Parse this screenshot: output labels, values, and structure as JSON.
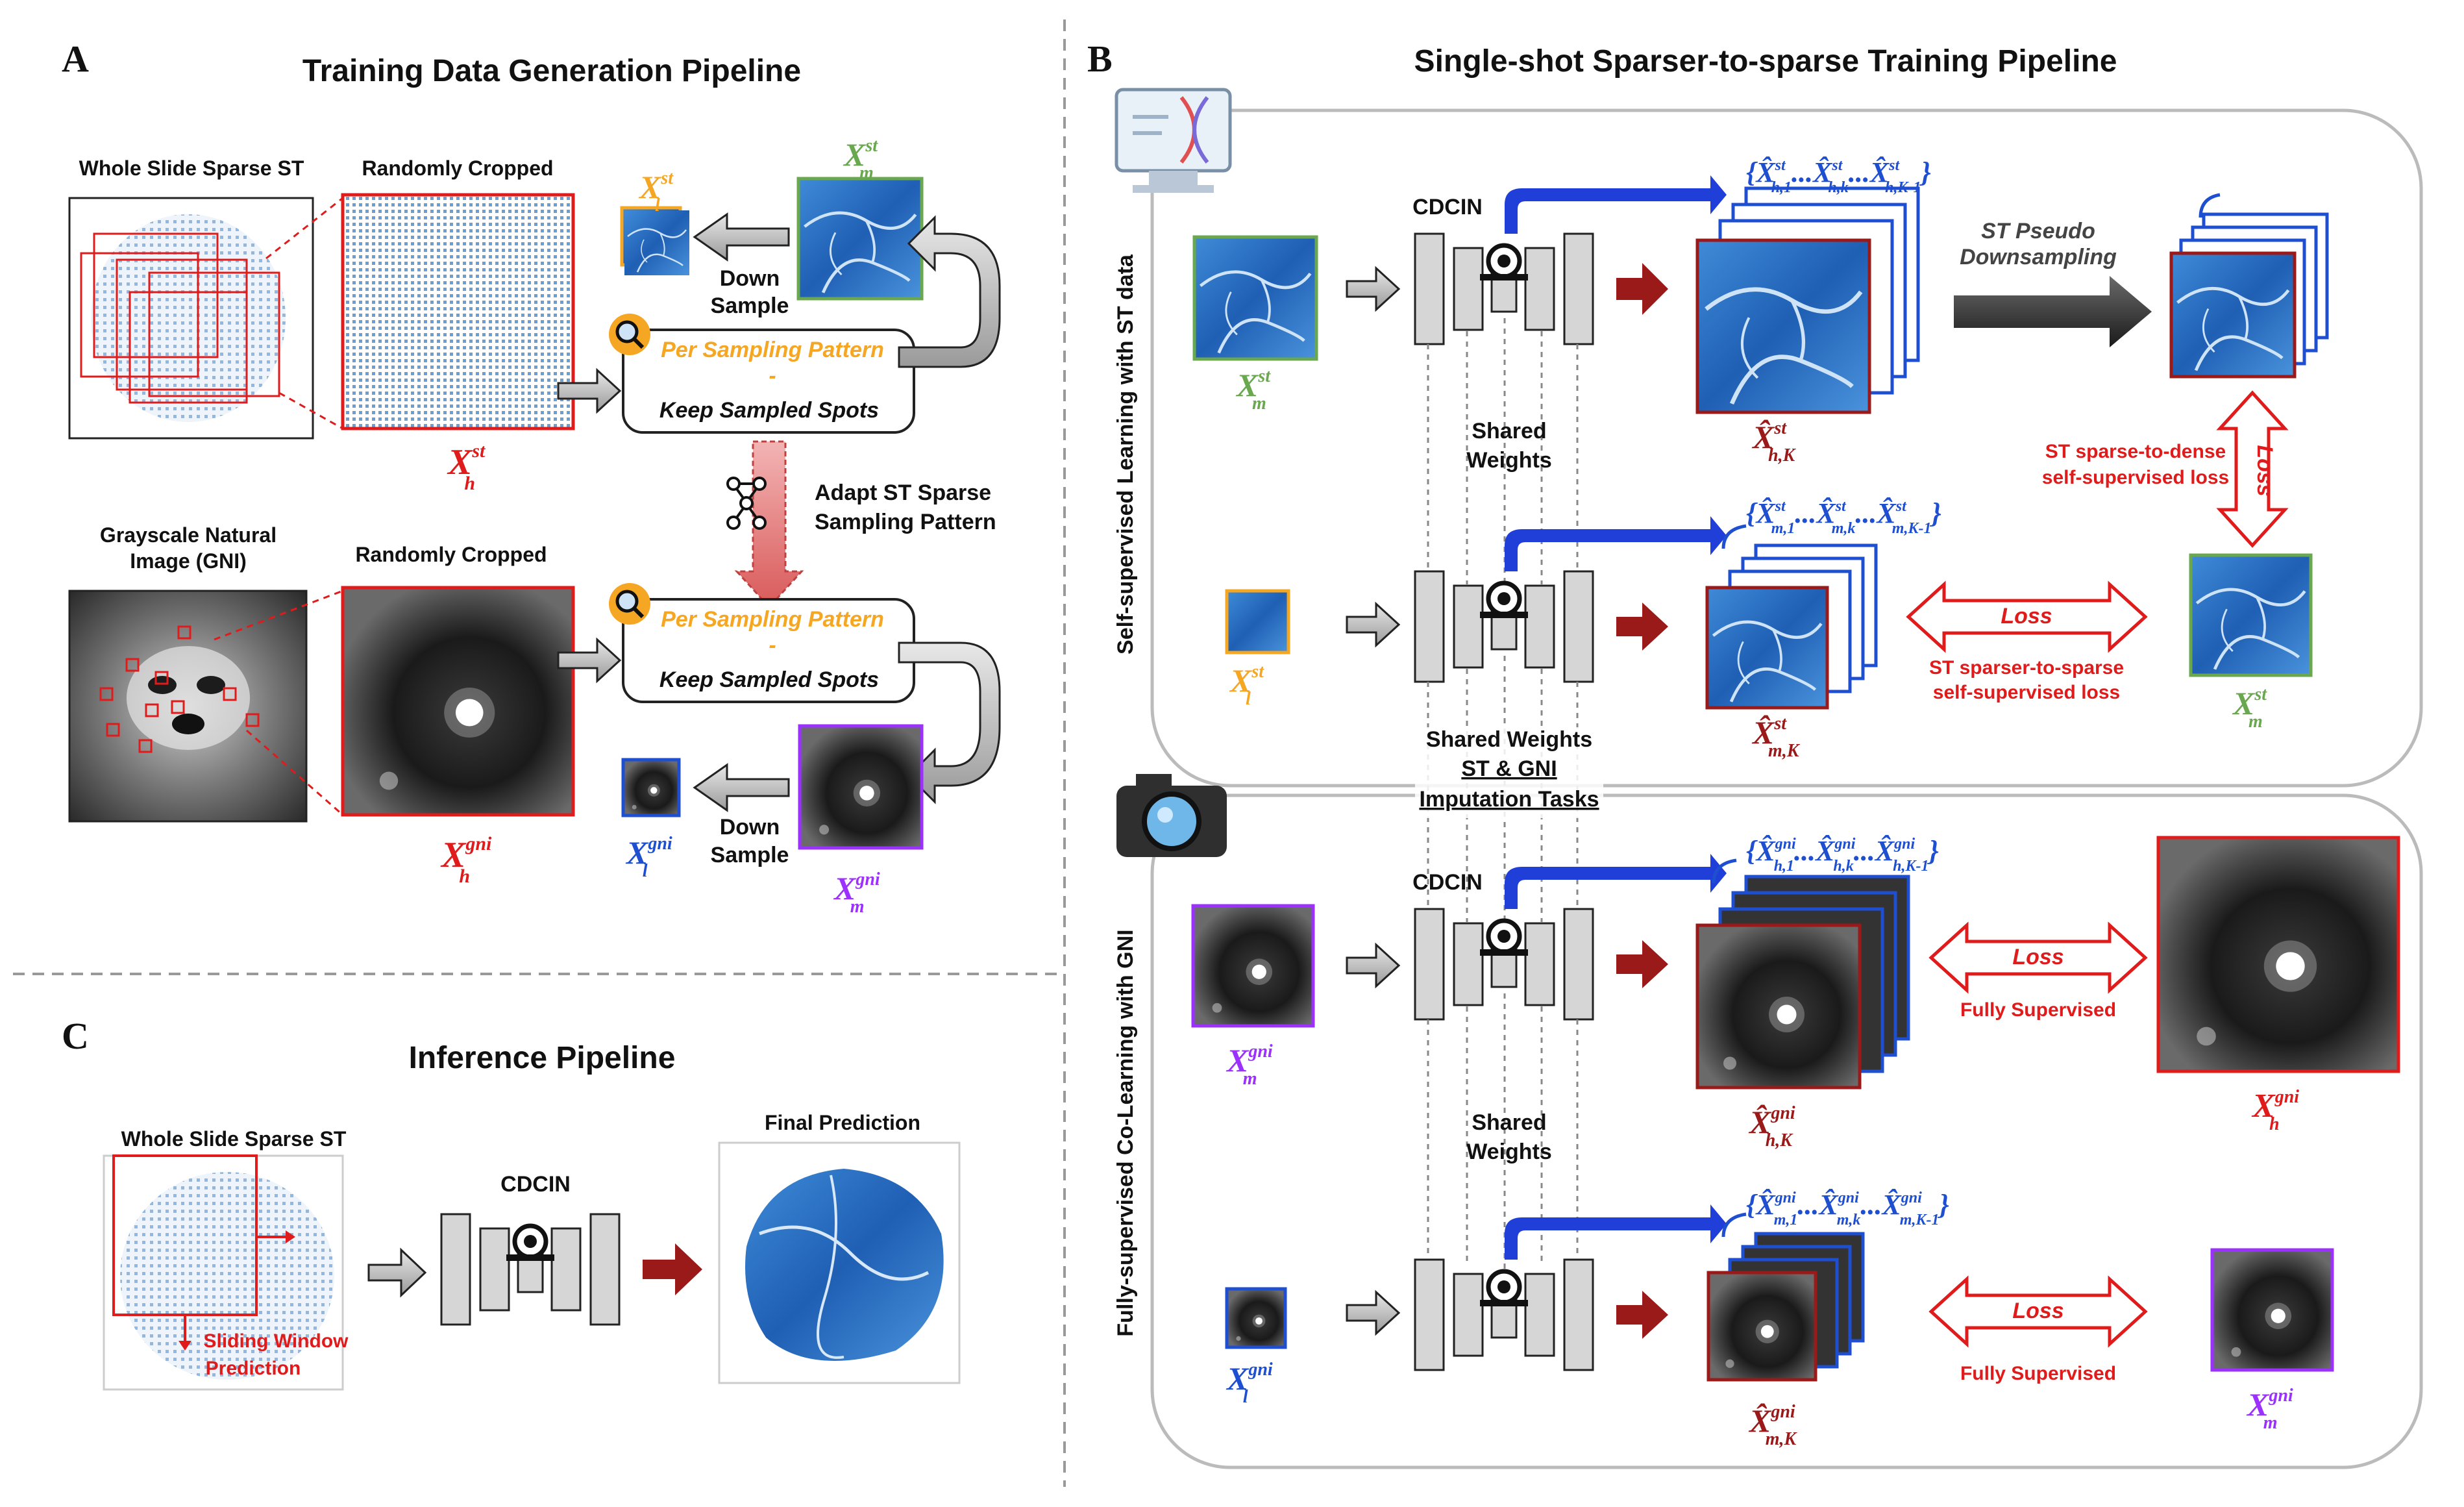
{
  "panels": {
    "A": {
      "letter": "A",
      "title": "Training Data Generation Pipeline",
      "whole_slide": "Whole Slide Sparse ST",
      "randomly_cropped_1": "Randomly Cropped",
      "randomly_cropped_2": "Randomly Cropped",
      "gni_label_1": "Grayscale Natural",
      "gni_label_2": "Image (GNI)",
      "down_1": "Down",
      "sample_1": "Sample",
      "down_2": "Down",
      "sample_2": "Sample",
      "per_sampling_1": "Per Sampling Pattern",
      "keep_sampled_1": "Keep Sampled Spots",
      "per_sampling_2": "Per Sampling Pattern",
      "keep_sampled_2": "Keep Sampled Spots",
      "dash": "-",
      "adapt_1": "Adapt ST Sparse",
      "adapt_2": "Sampling Pattern",
      "vars": {
        "X": "X",
        "st": "st",
        "gni": "gni",
        "h": "h",
        "m": "m",
        "l": "l"
      }
    },
    "B": {
      "letter": "B",
      "title": "Single-shot Sparser-to-sparse Training Pipeline",
      "side_top": "Self-supervised Learning with ST data",
      "side_bottom": "Fully-supervised Co-Learning with GNI",
      "cdcin": "CDCIN",
      "shared_1": "Shared",
      "weights_1": "Weights",
      "shared_2": "Shared",
      "weights_2": "Weights",
      "shared_weights_mid": "Shared Weights",
      "st_gni": "ST & GNI",
      "imputation": "Imputation Tasks",
      "pseudo_1": "ST Pseudo",
      "pseudo_2": "Downsampling",
      "sparse_dense_1": "ST sparse-to-dense",
      "sparse_dense_2": "self-supervised loss",
      "sparser_sparse_1": "ST sparser-to-sparse",
      "sparser_sparse_2": "self-supervised loss",
      "loss": "Loss",
      "fully_supervised_1": "Fully Supervised",
      "fully_supervised_2": "Fully Supervised",
      "set_open": "{",
      "set_close": "}",
      "dots": "...",
      "idx_1": "1",
      "idx_k": "k",
      "idx_K1": "K-1",
      "idx_K": "K"
    },
    "C": {
      "letter": "C",
      "title": "Inference Pipeline",
      "whole_slide": "Whole Slide Sparse ST",
      "sliding_1": "Sliding Window",
      "sliding_2": "Prediction",
      "cdcin": "CDCIN",
      "final": "Final Prediction"
    }
  },
  "colors": {
    "red": "#e01b1b",
    "green": "#6aa84f",
    "orange": "#f5a623",
    "blue": "#1f4fd1",
    "purple": "#9b30ff",
    "darkred": "#9a1a1a",
    "st_blue": "#2b73c9"
  }
}
